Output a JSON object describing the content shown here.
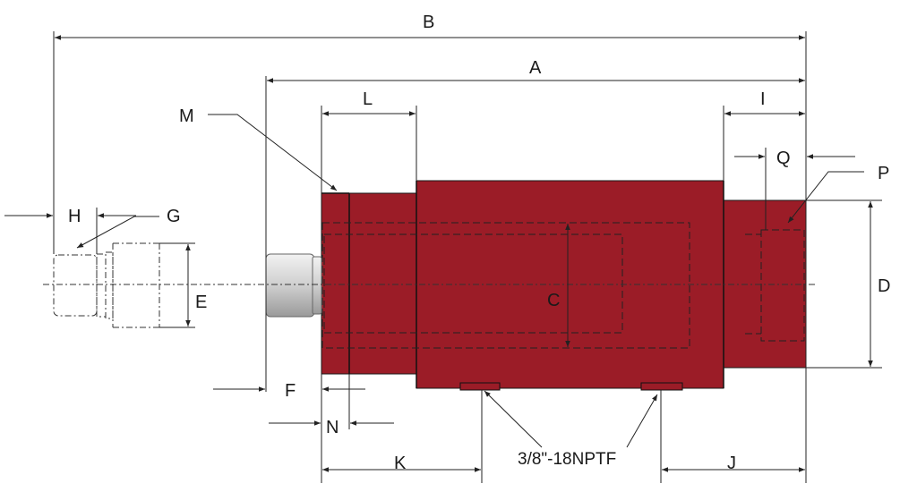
{
  "labels": {
    "A": "A",
    "B": "B",
    "C": "C",
    "D": "D",
    "E": "E",
    "F": "F",
    "G": "G",
    "H": "H",
    "I": "I",
    "J": "J",
    "K": "K",
    "L": "L",
    "M": "M",
    "N": "N",
    "P": "P",
    "Q": "Q"
  },
  "port_note": "3/8\"-18NPTF",
  "colors": {
    "body": "#9b1c27",
    "plunger": "#dcdcdc",
    "line": "#222222"
  }
}
